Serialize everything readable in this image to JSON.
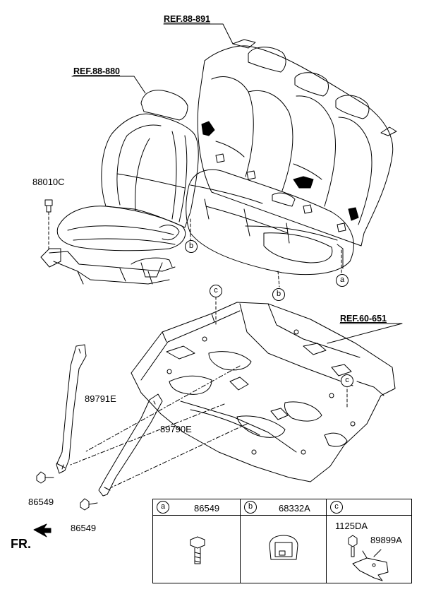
{
  "references": {
    "rear_seat": "REF.88-891",
    "front_seat": "REF.88-880",
    "floor_panel": "REF.60-651"
  },
  "parts": {
    "bolt_front_seat": "88010C",
    "rear_belt_bracket_right": "89791E",
    "rear_belt_bracket_left": "89790E",
    "bolt_lower_1": "86549",
    "bolt_lower_2": "86549"
  },
  "callouts": {
    "a": "a",
    "b": "b",
    "c": "c"
  },
  "legend": {
    "col_a": {
      "letter": "a",
      "part": "86549"
    },
    "col_b": {
      "letter": "b",
      "part": "68332A"
    },
    "col_c": {
      "letter": "c",
      "part_1": "1125DA",
      "part_2": "89899A"
    }
  },
  "direction_label": "FR."
}
